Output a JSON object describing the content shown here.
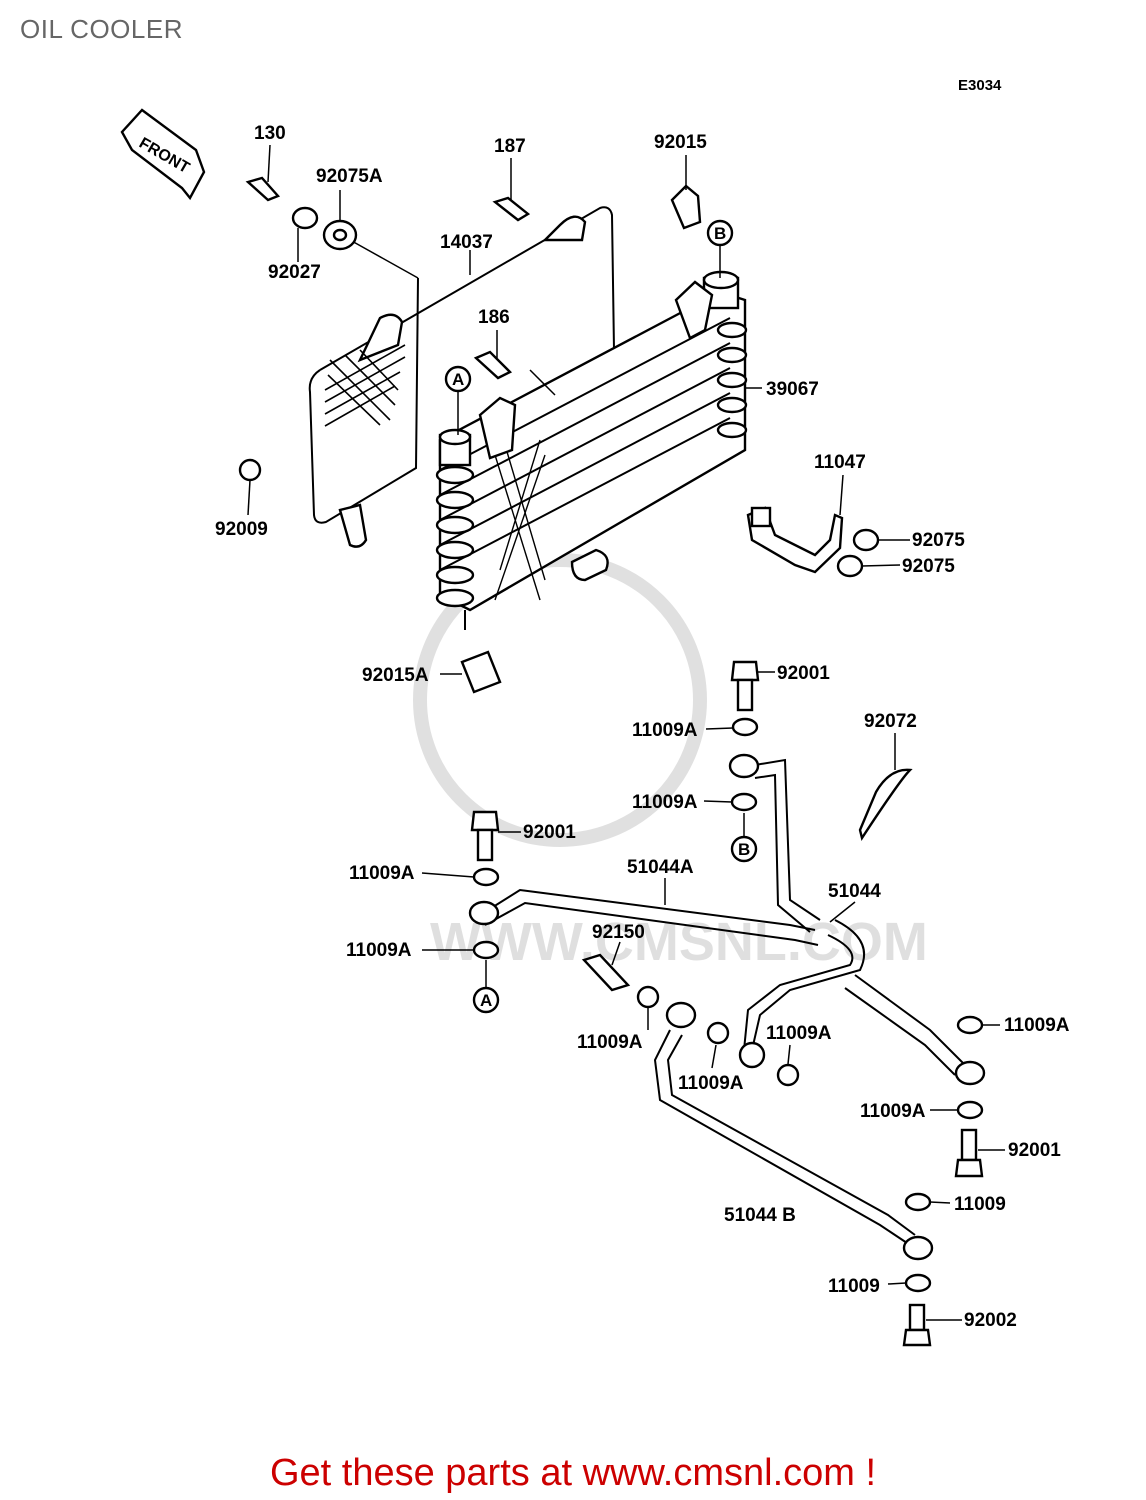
{
  "title": "OIL COOLER",
  "diagram_code": "E3034",
  "front_label": "FRONT",
  "watermark": "WWW.CMSNL.COM",
  "callouts": {
    "a1": "A",
    "a2": "A",
    "b1": "B",
    "b2": "B"
  },
  "labels": {
    "p130": "130",
    "p92075A": "92075A",
    "p92027": "92027",
    "p14037": "14037",
    "p187": "187",
    "p92015": "92015",
    "p186": "186",
    "p39067": "39067",
    "p11047": "11047",
    "p92075_1": "92075",
    "p92075_2": "92075",
    "p92009": "92009",
    "p92015A": "92015A",
    "p92001_1": "92001",
    "p11009A_1": "11009A",
    "p11009A_2": "11009A",
    "p92072": "92072",
    "p92001_2": "92001",
    "p11009A_3": "11009A",
    "p51044A": "51044A",
    "p51044": "51044",
    "p11009A_4": "11009A",
    "p92150": "92150",
    "p11009A_5": "11009A",
    "p11009A_6": "11009A",
    "p11009A_7": "11009A",
    "p11009A_8": "11009A",
    "p11009A_9": "11009A",
    "p92001_3": "92001",
    "p11009_1": "11009",
    "p51044B": "51044 B",
    "p11009_2": "11009",
    "p92002": "92002"
  },
  "footer": "Get these parts at www.cmsnl.com !"
}
